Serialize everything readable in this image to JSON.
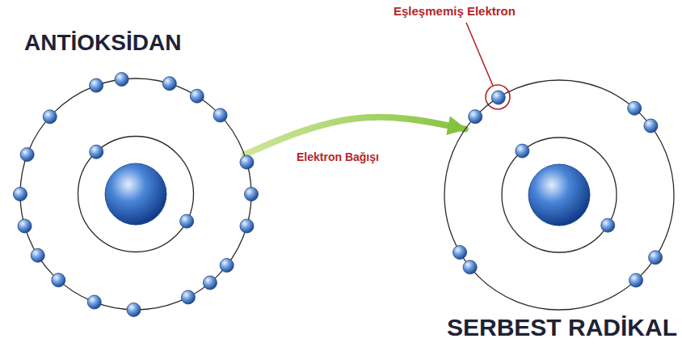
{
  "diagram": {
    "nodes": [
      {
        "text": [
          "ANTİOKSİDAN"
        ]
      },
      {
        "text": [
          "SERBEST RADİKAL"
        ]
      }
    ],
    "edges": [
      {
        "from": 0,
        "to": 1,
        "arrow": "to",
        "label": "Elektron Bağışı"
      }
    ],
    "labels": [
      "Eşleşmemiş Elektron"
    ]
  }
}
